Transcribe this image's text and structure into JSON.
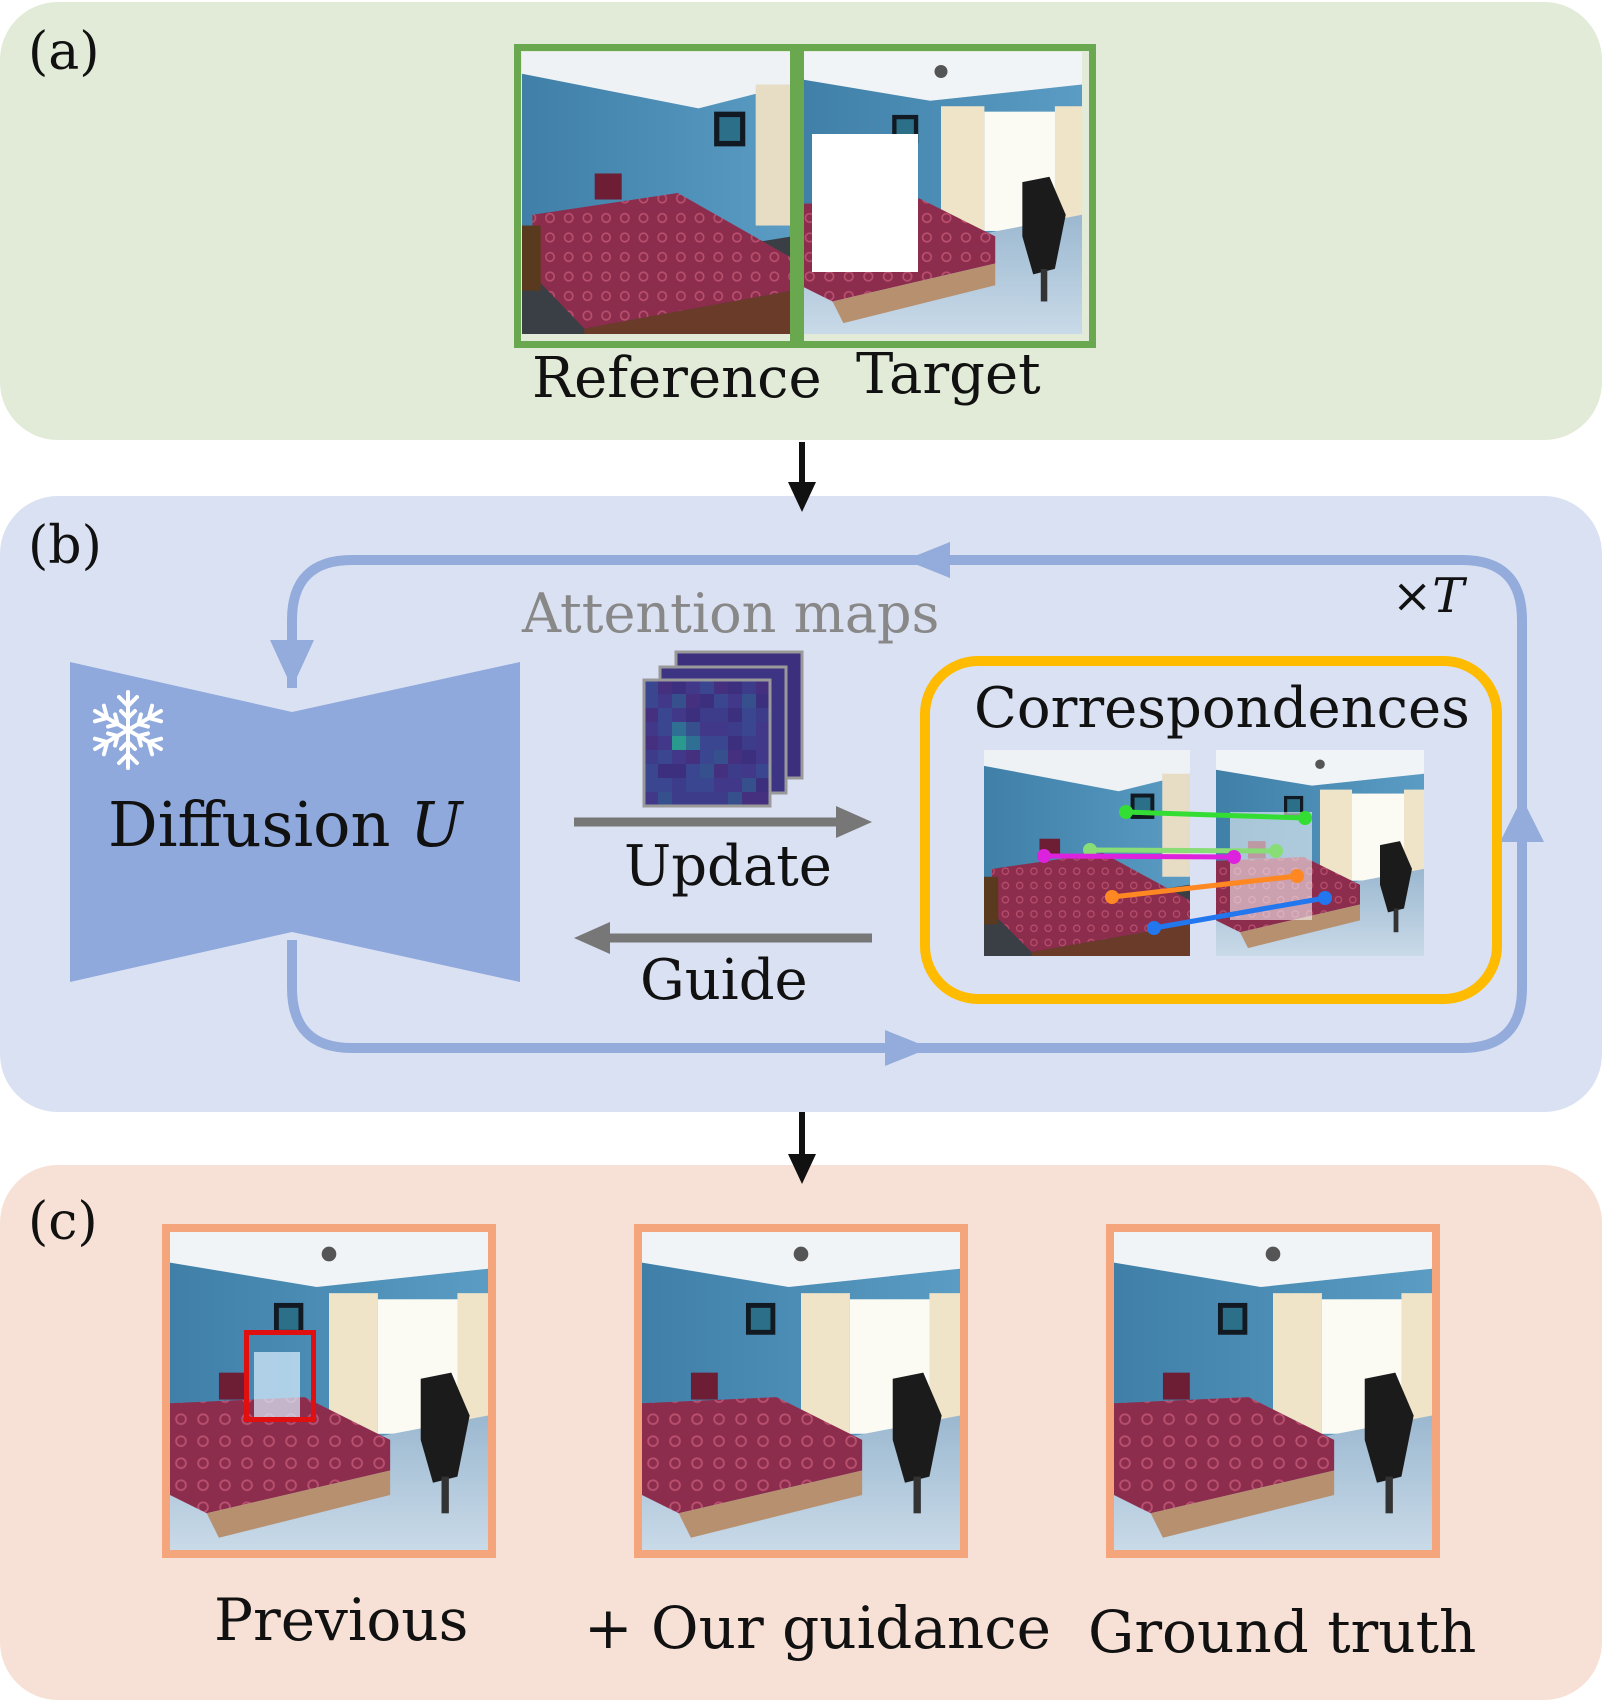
{
  "panel_a": {
    "label": "(a)",
    "reference_caption": "Reference",
    "target_caption": "Target"
  },
  "panel_b": {
    "label": "(b)",
    "attention_title": "Attention maps",
    "model_name": "Diffusion",
    "model_symbol": "U",
    "repeat_label": "×T",
    "update_label": "Update",
    "guide_label": "Guide",
    "correspondences_title": "Correspondences",
    "snowflake_icon": "snowflake-icon"
  },
  "panel_c": {
    "label": "(c)",
    "captions": [
      "Previous",
      "+ Our guidance",
      "Ground truth"
    ]
  },
  "colors": {
    "panel_a_bg": "#e1ebd7",
    "panel_b_bg": "#dae1f2",
    "panel_c_bg": "#f7e1d6",
    "green_frame": "#6aa84f",
    "orange_frame": "#f4a57c",
    "gold_frame": "#ffbb00",
    "loop_blue": "#93acdb",
    "diffusion_blue": "#8fa9dc",
    "arrow_gray": "#777777",
    "highlight_red": "#e01010",
    "match_green": "#33dd33",
    "match_light_green": "#88dd77",
    "match_magenta": "#dd22dd",
    "match_orange": "#ff8822",
    "match_blue": "#2277ee"
  }
}
